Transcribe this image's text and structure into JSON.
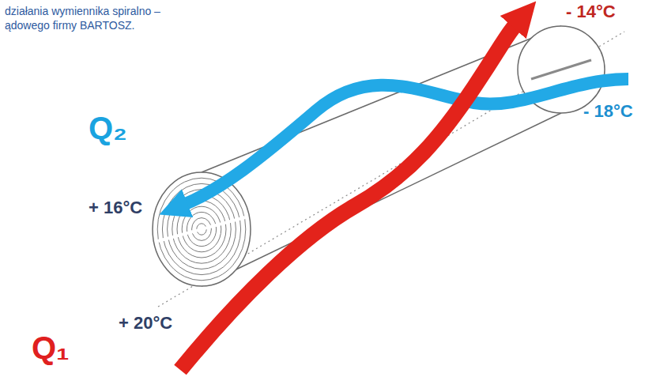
{
  "diagram": {
    "caption": "działania wymiennika spiralno – ądowego firmy BARTOSZ.",
    "labels": [
      "- 14°C",
      "- 18°C",
      "Q₂",
      "+ 16°C",
      "+ 20°C",
      "Q₁"
    ]
  }
}
